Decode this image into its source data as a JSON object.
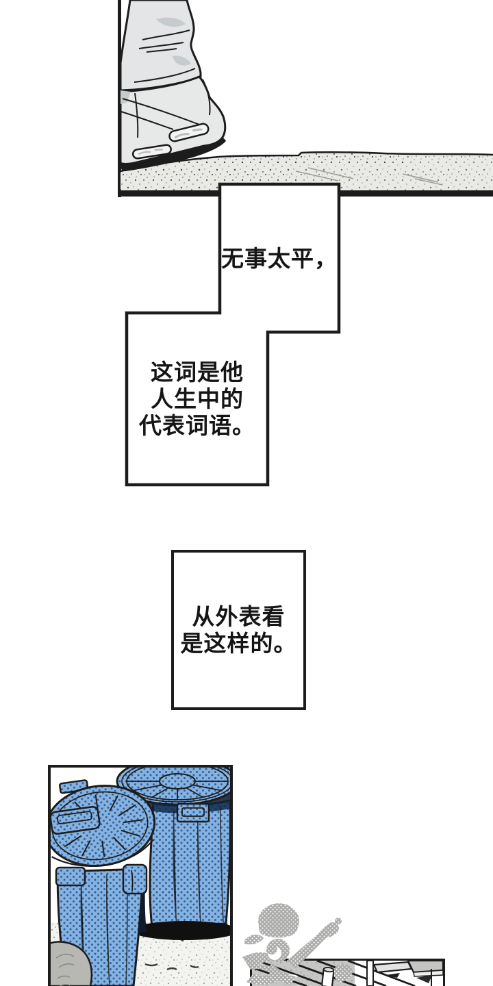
{
  "narration": {
    "box1": {
      "lines": [
        "无事太平，"
      ]
    },
    "box2": {
      "lines": [
        "这词是他",
        "人生中的",
        "代表词语。"
      ]
    },
    "box3": {
      "lines": [
        "从外表看",
        "是这样的。"
      ]
    }
  },
  "colors": {
    "ink": "#1c1c1c",
    "paper": "#ffffff",
    "pave": "#e9e9e6",
    "cloth": "#e3e5e6",
    "cloth-shade": "#c6cbce",
    "trash-blue": "#86b2e0",
    "trash-blue-dot": "#2e5f9d",
    "ground": "#f3f3f0",
    "rock": "#b7b7b3",
    "watermark-gray": "#ababa9",
    "panel3-gray": "#c6c6c4"
  }
}
